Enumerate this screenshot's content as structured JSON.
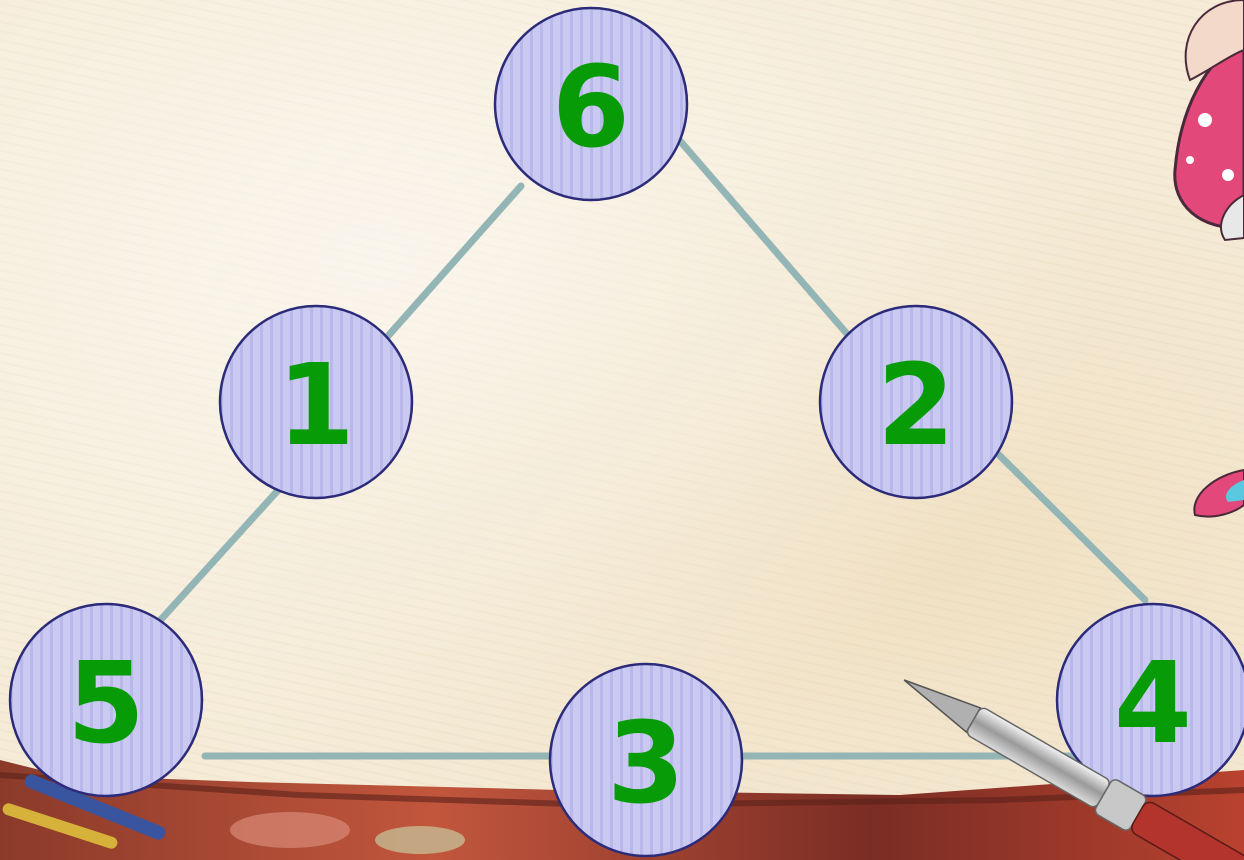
{
  "diagram": {
    "nodes": [
      {
        "id": "n6",
        "label": "6"
      },
      {
        "id": "n1",
        "label": "1"
      },
      {
        "id": "n2",
        "label": "2"
      },
      {
        "id": "n5",
        "label": "5"
      },
      {
        "id": "n3",
        "label": "3"
      },
      {
        "id": "n4",
        "label": "4"
      }
    ],
    "edges": [
      {
        "from": "n6",
        "to": "n1"
      },
      {
        "from": "n6",
        "to": "n2"
      },
      {
        "from": "n1",
        "to": "n5"
      },
      {
        "from": "n2",
        "to": "n4"
      },
      {
        "from": "n5",
        "to": "n3"
      },
      {
        "from": "n3",
        "to": "n4"
      }
    ]
  },
  "colors": {
    "node_fill": "#c9c9f2",
    "node_stripe": "#b8b8ea",
    "node_stroke": "#2b2b7a",
    "label": "#089b08",
    "edge": "#93b5b5"
  }
}
